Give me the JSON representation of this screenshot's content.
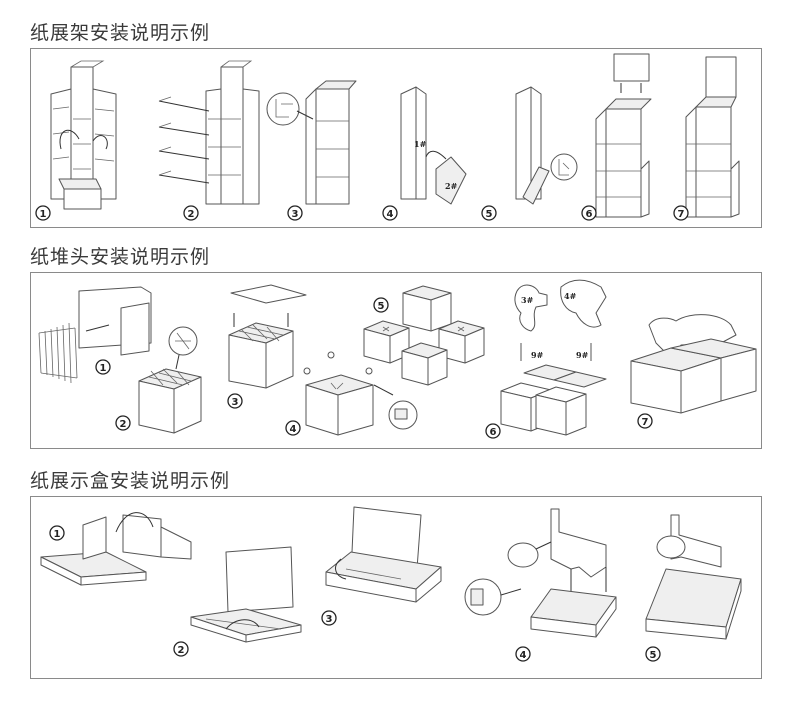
{
  "sections": [
    {
      "title": "纸展架安装说明示例",
      "steps": [
        "1",
        "2",
        "3",
        "4",
        "5",
        "6",
        "7"
      ]
    },
    {
      "title": "纸堆头安装说明示例",
      "steps": [
        "1",
        "2",
        "3",
        "4",
        "5",
        "6",
        "7"
      ]
    },
    {
      "title": "纸展示盒安装说明示例",
      "steps": [
        "1",
        "2",
        "3",
        "4",
        "5"
      ]
    }
  ],
  "part_labels": {
    "p1": "1#",
    "p2": "2#",
    "p3": "3#",
    "p4": "4#",
    "p9a": "9#",
    "p9b": "9#"
  },
  "colors": {
    "line": "#555555",
    "border": "#8a8a8a",
    "text": "#3a3a3a"
  }
}
